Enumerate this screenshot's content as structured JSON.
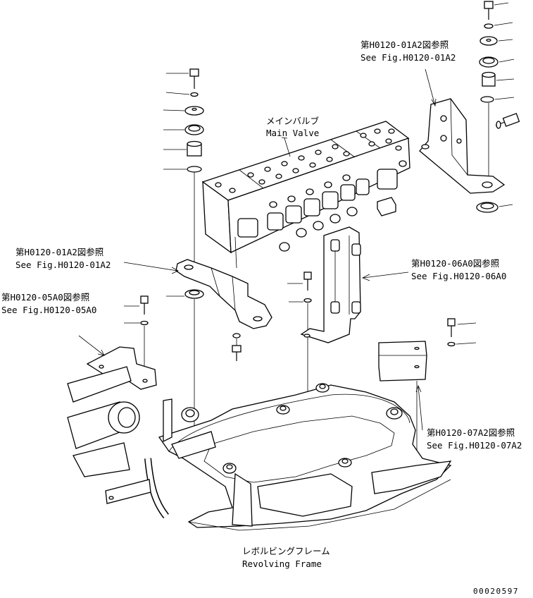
{
  "labels": {
    "main_valve_jp": "メインバルブ",
    "main_valve_en": "Main Valve",
    "ref_top_right_jp": "第H0120-01A2図参照",
    "ref_top_right_en": "See Fig.H0120-01A2",
    "ref_left_jp": "第H0120-01A2図参照",
    "ref_left_en": "See Fig.H0120-01A2",
    "ref_0506_jp": "第H0120-05A0図参照",
    "ref_0506_en": "See Fig.H0120-05A0",
    "ref_06a0_jp": "第H0120-06A0図参照",
    "ref_06a0_en": "See Fig.H0120-06A0",
    "ref_07a2_jp": "第H0120-07A2図参照",
    "ref_07a2_en": "See Fig.H0120-07A2",
    "frame_jp": "レボルビングフレーム",
    "frame_en": "Revolving Frame",
    "drawing_number": "00020597"
  }
}
